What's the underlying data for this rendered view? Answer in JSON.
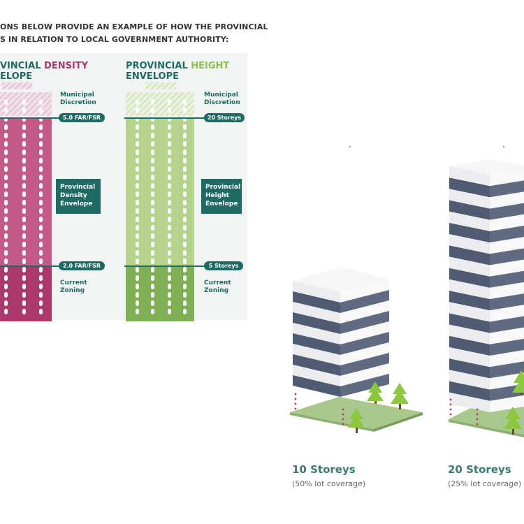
{
  "intro": {
    "line1": "ONS BELOW PROVIDE AN EXAMPLE OF HOW THE PROVINCIAL",
    "line2": "S IN RELATION TO LOCAL GOVERNMENT AUTHORITY:"
  },
  "density_panel": {
    "title_line1_part1": "VINCIAL ",
    "title_line1_part2": "DENSITY",
    "title_line2": "ELOPE",
    "municipal_discretion_line1": "Municipal",
    "municipal_discretion_line2": "Discretion",
    "upper_marker": "5.0 FAR/FSR",
    "envelope_line1": "Provincial",
    "envelope_line2": "Density",
    "envelope_line3": "Envelope",
    "lower_marker": "2.0 FAR/FSR",
    "current_zoning_line1": "Current",
    "current_zoning_line2": "Zoning"
  },
  "height_panel": {
    "title_line1_part1": "PROVINCIAL ",
    "title_line1_part2": "HEIGHT",
    "title_line2": "ENVELOPE",
    "municipal_discretion_line1": "Municipal",
    "municipal_discretion_line2": "Discretion",
    "upper_marker": "20 Storeys",
    "envelope_line1": "Provincial",
    "envelope_line2": "Height",
    "envelope_line3": "Envelope",
    "lower_marker": "5 Storeys",
    "current_zoning_line1": "Current",
    "current_zoning_line2": "Zoning"
  },
  "buildings": [
    {
      "storeys_label": "10 Storeys",
      "coverage_label": "(50% lot coverage)"
    },
    {
      "storeys_label": "20 Storeys",
      "coverage_label": "(25% lot coverage)"
    }
  ],
  "colors": {
    "teal": "#1f6b63",
    "density_accent": "#a43a6c",
    "density_fill": "#c25b88",
    "density_zoning": "#a93a6b",
    "density_discretion": "#e6c2d3",
    "height_accent": "#8dbf52",
    "height_fill": "#b4d48e",
    "height_zoning": "#80b055",
    "height_discretion": "#dbe9c8",
    "building_band_dark": "#4e5b73",
    "building_band_light": "#ececee",
    "lawn": "#a9c98c",
    "caption": "#3c7a6d"
  }
}
